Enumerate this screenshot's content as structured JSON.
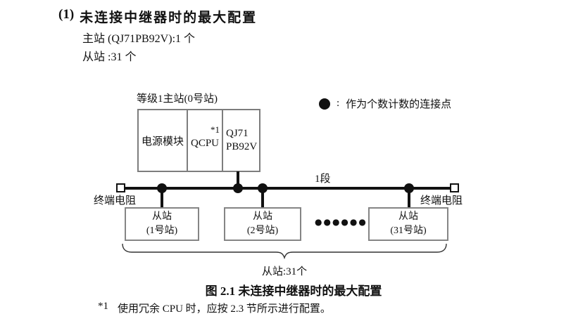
{
  "heading": {
    "number": "(1)",
    "text": "未连接中继器时的最大配置"
  },
  "specs": {
    "master": "主站 (QJ71PB92V):1 个",
    "slaves": "从站 :31 个"
  },
  "diagram": {
    "master_label": "等级1主站(0号站)",
    "master_modules": {
      "power": "电源模块",
      "cpu": "QCPU",
      "cpu_note": "*1",
      "network": "QJ71\nPB92V"
    },
    "legend": {
      "colon": ":",
      "text": "作为个数计数的连接点"
    },
    "segment_label": "1段",
    "terminator_left": "终端电阻",
    "terminator_right": "终端电阻",
    "slaves": [
      {
        "label": "从站\n(1号站)"
      },
      {
        "label": "从站\n(2号站)"
      },
      {
        "label": "从站\n(31号站)"
      }
    ],
    "ellipsis": "●●●●●●",
    "slave_count_label": "从站:31个"
  },
  "caption": "图 2.1 未连接中继器时的最大配置",
  "footnote": {
    "marker": "*1",
    "text": "使用冗余 CPU 时，应按 2.3 节所示进行配置。"
  },
  "colors": {
    "line": "#111111",
    "box_border": "#7d7d7d",
    "text": "#111111"
  }
}
